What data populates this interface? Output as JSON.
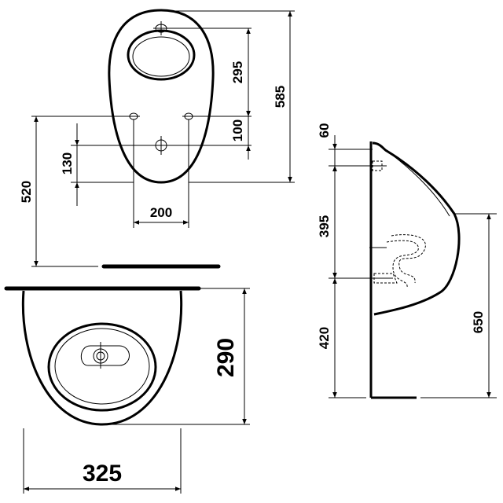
{
  "dimensions": {
    "hole_to_center": "295",
    "total_height": "585",
    "hole_spacing_v": "100",
    "lower_offset": "130",
    "mount_height": "520",
    "hole_spacing_h": "200",
    "bowl_depth": "290",
    "width": "325",
    "rim_top": "60",
    "inlet_to_outlet": "395",
    "outlet_height": "420",
    "rim_height": "650"
  }
}
